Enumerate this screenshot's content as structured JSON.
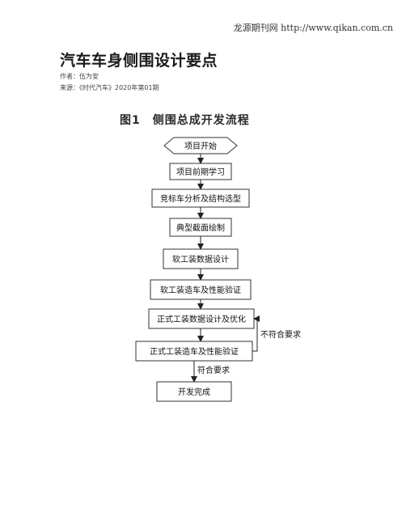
{
  "header": {
    "site": "龙源期刊网 http://www.qikan.com.cn"
  },
  "article": {
    "title": "汽车车身侧围设计要点",
    "author": "作者：伍为安",
    "source": "来源：《时代汽车》2020年第01期"
  },
  "figure": {
    "title": "图1　侧围总成开发流程",
    "nodes": [
      "项目开始",
      "项目前期学习",
      "竞标车分析及结构选型",
      "典型截面绘制",
      "软工装数据设计",
      "软工装造车及性能验证",
      "正式工装数据设计及优化",
      "正式工装造车及性能验证",
      "开发完成"
    ],
    "labels": {
      "fail": "不符合要求",
      "pass": "符合要求"
    }
  }
}
